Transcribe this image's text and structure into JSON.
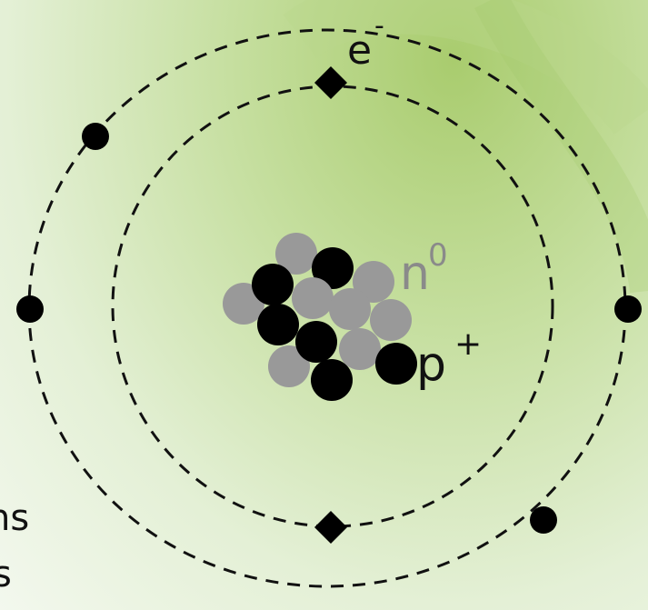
{
  "diagram": {
    "labels": {
      "electron": "e",
      "electron_sup": "-",
      "neutron": "n",
      "neutron_sup": "0",
      "proton": "p",
      "proton_sup": "+"
    },
    "edge_text": {
      "line1": "ns",
      "line2": "s"
    },
    "colors": {
      "orbit": "#111111",
      "electron": "#000000",
      "proton": "#000000",
      "neutron": "#999999",
      "neutron_label": "#8a8a8a",
      "text": "#111111"
    }
  }
}
